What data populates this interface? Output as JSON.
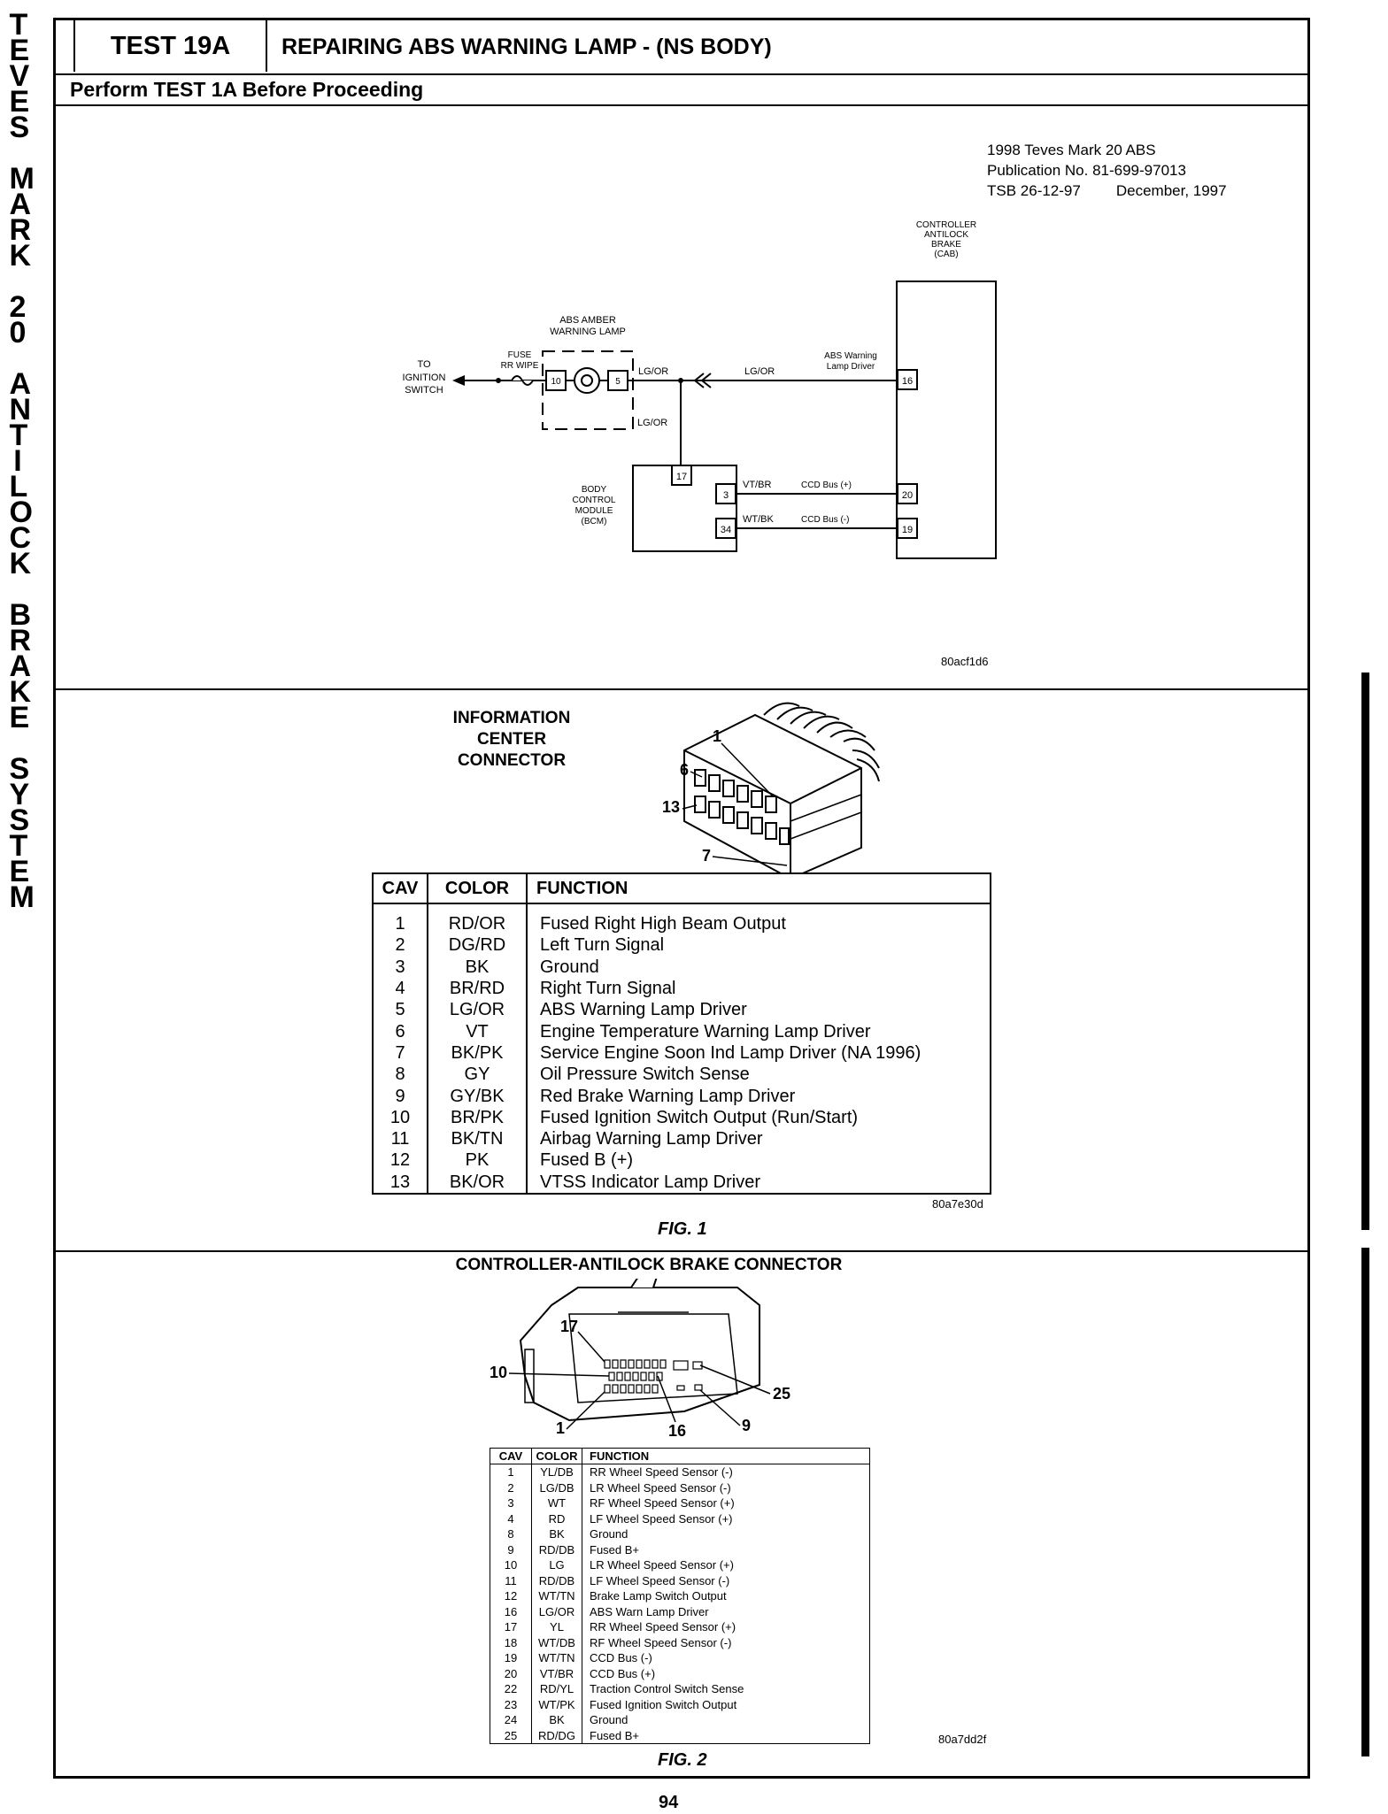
{
  "sidebar": {
    "words": [
      "TEVES",
      "MARK",
      "20",
      "ANTILOCK",
      "BRAKE",
      "SYSTEM"
    ]
  },
  "header": {
    "test_id": "TEST 19A",
    "title": "REPAIRING ABS WARNING LAMP - (NS BODY)",
    "instruction": "Perform TEST 1A Before Proceeding"
  },
  "publication": {
    "line1": "1998 Teves Mark 20 ABS",
    "line2": "Publication No. 81-699-97013",
    "tsb": "TSB 26-12-97",
    "date": "December, 1997"
  },
  "schematic": {
    "to_ignition": [
      "TO",
      "IGNITION",
      "SWITCH"
    ],
    "fuse": [
      "FUSE",
      "RR WIPE"
    ],
    "lamp": [
      "ABS AMBER",
      "WARNING LAMP"
    ],
    "lamp_pin_left": "10",
    "lamp_pin_right": "5",
    "wire_lgor": "LG/OR",
    "wire_lgor2": "LG/OR",
    "wire_lgor3": "LG/OR",
    "driver_label": [
      "ABS Warning",
      "Lamp Driver"
    ],
    "cab": [
      "CONTROLLER",
      "ANTILOCK",
      "BRAKE",
      "(CAB)"
    ],
    "cab_pin_16": "16",
    "cab_pin_20": "20",
    "cab_pin_19": "19",
    "bcm": [
      "BODY",
      "CONTROL",
      "MODULE",
      "(BCM)"
    ],
    "bcm_pin_17": "17",
    "bcm_pin_3": "3",
    "bcm_pin_34": "34",
    "wire_vtbr": "VT/BR",
    "wire_wtbk": "WT/BK",
    "bus_plus": "CCD Bus (+)",
    "bus_minus": "CCD Bus (-)",
    "code": "80acf1d6"
  },
  "fig1": {
    "title_lines": [
      "INFORMATION",
      "CENTER",
      "CONNECTOR"
    ],
    "callouts": [
      "1",
      "6",
      "13",
      "7"
    ],
    "headers": [
      "CAV",
      "COLOR",
      "FUNCTION"
    ],
    "rows": [
      [
        "1",
        "RD/OR",
        "Fused Right High Beam Output"
      ],
      [
        "2",
        "DG/RD",
        "Left Turn Signal"
      ],
      [
        "3",
        "BK",
        "Ground"
      ],
      [
        "4",
        "BR/RD",
        "Right Turn Signal"
      ],
      [
        "5",
        "LG/OR",
        "ABS Warning Lamp Driver"
      ],
      [
        "6",
        "VT",
        "Engine Temperature Warning Lamp Driver"
      ],
      [
        "7",
        "BK/PK",
        "Service Engine Soon Ind Lamp Driver (NA 1996)"
      ],
      [
        "8",
        "GY",
        "Oil Pressure Switch Sense"
      ],
      [
        "9",
        "GY/BK",
        "Red Brake Warning Lamp Driver"
      ],
      [
        "10",
        "BR/PK",
        "Fused Ignition Switch Output (Run/Start)"
      ],
      [
        "11",
        "BK/TN",
        "Airbag Warning Lamp Driver"
      ],
      [
        "12",
        "PK",
        "Fused B (+)"
      ],
      [
        "13",
        "BK/OR",
        "VTSS Indicator Lamp Driver"
      ]
    ],
    "code": "80a7e30d",
    "label": "FIG. 1"
  },
  "fig2": {
    "title": "CONTROLLER-ANTILOCK BRAKE CONNECTOR",
    "callouts": [
      "17",
      "10",
      "1",
      "16",
      "9",
      "25"
    ],
    "headers": [
      "CAV",
      "COLOR",
      "FUNCTION"
    ],
    "rows": [
      [
        "1",
        "YL/DB",
        "RR Wheel Speed Sensor (-)"
      ],
      [
        "2",
        "LG/DB",
        "LR Wheel Speed Sensor (-)"
      ],
      [
        "3",
        "WT",
        "RF Wheel Speed Sensor (+)"
      ],
      [
        "4",
        "RD",
        "LF Wheel Speed Sensor (+)"
      ],
      [
        "8",
        "BK",
        "Ground"
      ],
      [
        "9",
        "RD/DB",
        "Fused B+"
      ],
      [
        "10",
        "LG",
        "LR Wheel Speed Sensor (+)"
      ],
      [
        "11",
        "RD/DB",
        "LF Wheel Speed Sensor (-)"
      ],
      [
        "12",
        "WT/TN",
        "Brake Lamp Switch Output"
      ],
      [
        "16",
        "LG/OR",
        "ABS Warn Lamp Driver"
      ],
      [
        "17",
        "YL",
        "RR Wheel Speed Sensor (+)"
      ],
      [
        "18",
        "WT/DB",
        "RF Wheel Speed Sensor (-)"
      ],
      [
        "19",
        "WT/TN",
        "CCD Bus (-)"
      ],
      [
        "20",
        "VT/BR",
        "CCD Bus (+)"
      ],
      [
        "22",
        "RD/YL",
        "Traction Control Switch Sense"
      ],
      [
        "23",
        "WT/PK",
        "Fused Ignition Switch Output"
      ],
      [
        "24",
        "BK",
        "Ground"
      ],
      [
        "25",
        "RD/DG",
        "Fused B+"
      ]
    ],
    "code": "80a7dd2f",
    "label": "FIG. 2"
  },
  "page_number": "94"
}
